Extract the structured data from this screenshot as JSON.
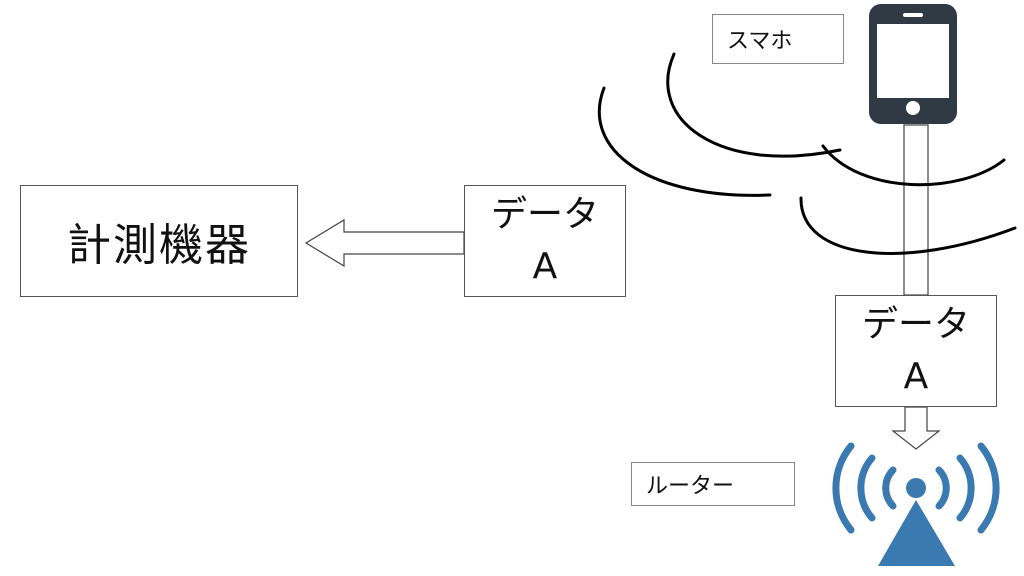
{
  "instrument": {
    "label": "計測機器"
  },
  "data_box_left": {
    "line1": "データ",
    "line2": "A"
  },
  "data_box_right": {
    "line1": "データ",
    "line2": "A"
  },
  "smartphone": {
    "label": "スマホ",
    "icon": "smartphone-icon",
    "color": "#2f3a45"
  },
  "router": {
    "label": "ルーター",
    "icon": "wireless-router-icon",
    "color": "#3a7ab1"
  }
}
